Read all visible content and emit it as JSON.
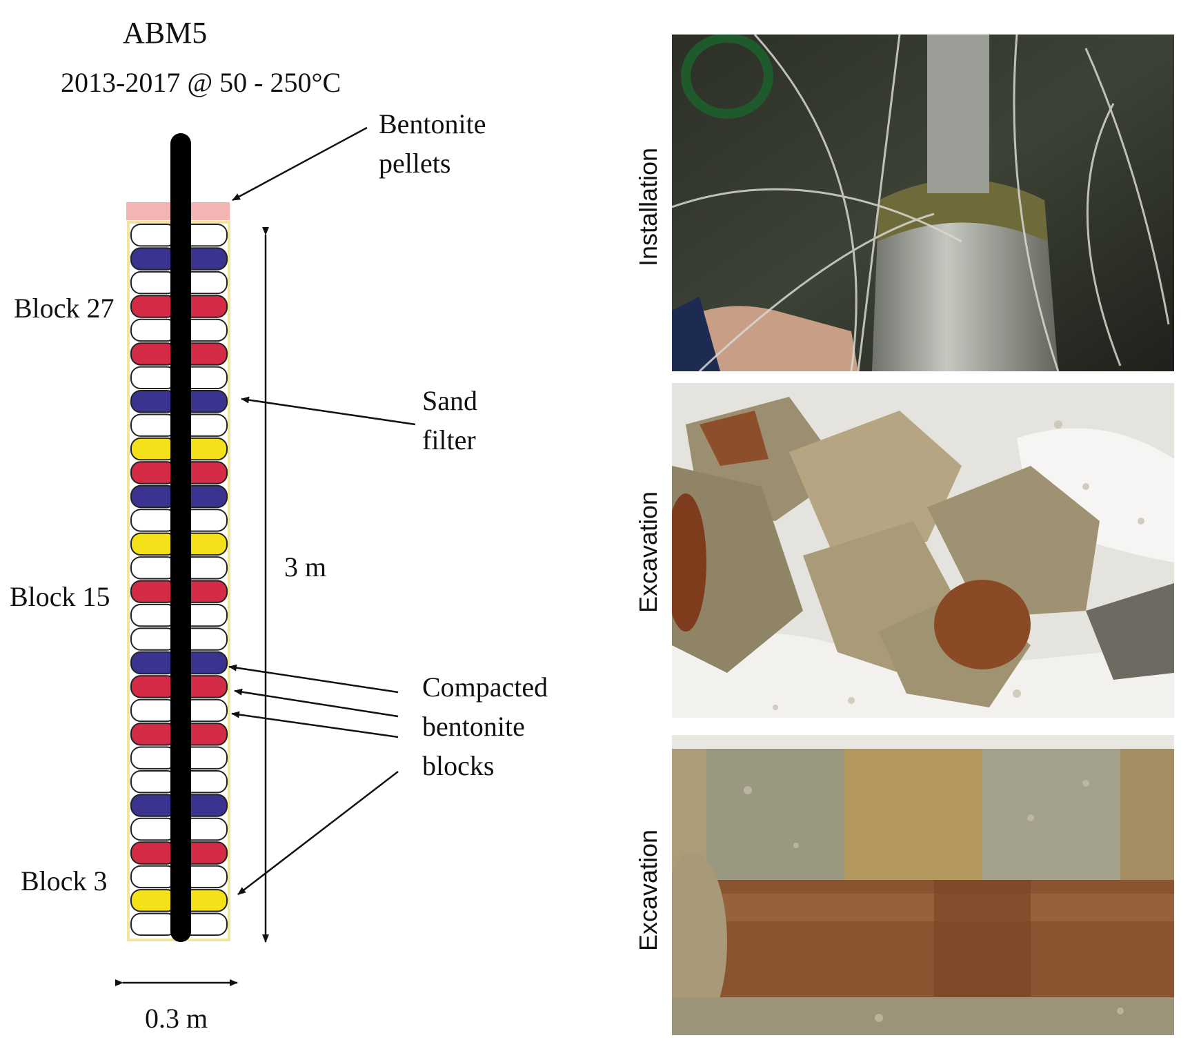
{
  "diagram": {
    "title": "ABM5",
    "subtitle": "2013-2017 @ 50 - 250°C",
    "labels": {
      "pellets": [
        "Bentonite",
        "pellets"
      ],
      "sand": [
        "Sand",
        "filter"
      ],
      "compacted": [
        "Compacted",
        "bentonite",
        "blocks"
      ],
      "block27": "Block 27",
      "block15": "Block 15",
      "block3": "Block 3",
      "height": "3 m",
      "width": "0.3 m"
    },
    "block_colors_top_to_bottom": [
      "white",
      "blue",
      "white",
      "red",
      "white",
      "red",
      "white",
      "blue",
      "white",
      "yellow",
      "red",
      "blue",
      "white",
      "yellow",
      "white",
      "red",
      "white",
      "white",
      "blue",
      "red",
      "white",
      "red",
      "white",
      "white",
      "blue",
      "white",
      "red",
      "white",
      "yellow",
      "white"
    ],
    "colors": {
      "blue": "#3a3390",
      "red": "#d42b46",
      "yellow": "#f5e11a",
      "white": "#ffffff",
      "pellets": "#f3b4b4",
      "sand_border": "#f0e6a0",
      "heater": "#000000"
    }
  },
  "photos": [
    {
      "label": "Installation",
      "icon": "installation-photo"
    },
    {
      "label": "Excavation",
      "icon": "excavation-blocks-photo"
    },
    {
      "label": "Excavation",
      "icon": "excavation-heater-photo"
    }
  ]
}
